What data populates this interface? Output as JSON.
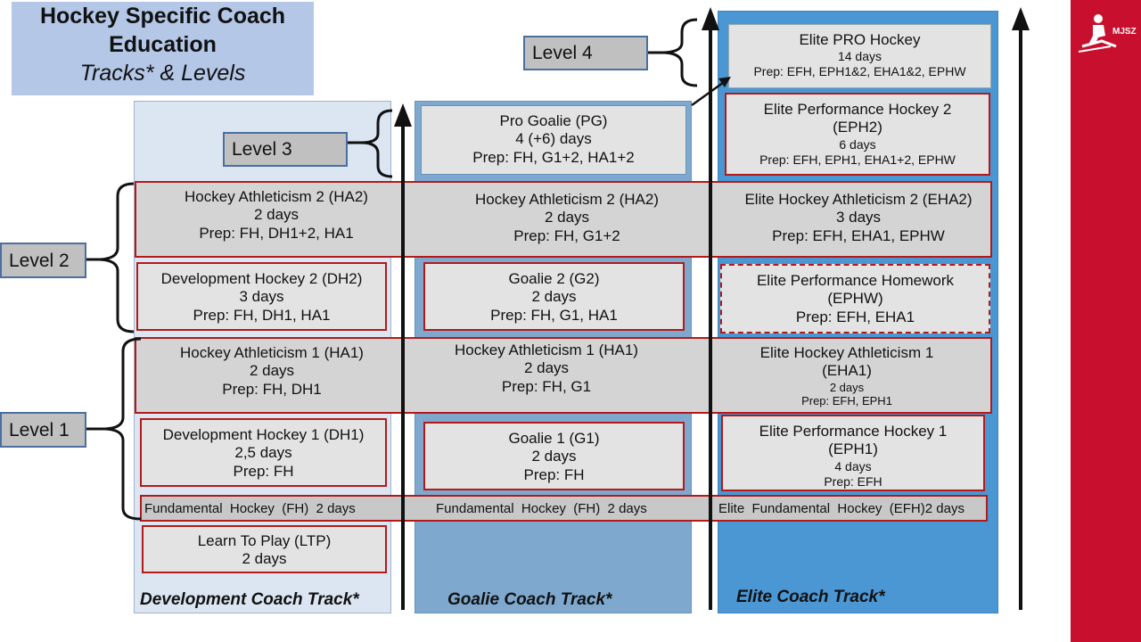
{
  "title": {
    "line1": "Hockey Specific Coach",
    "line2": "Education",
    "line3": "Tracks* & Levels"
  },
  "tracks": {
    "development": "Development Coach Track*",
    "goalie": "Goalie Coach Track*",
    "elite": "Elite Coach Track*"
  },
  "levels": {
    "level1": "Level 1",
    "level2": "Level 2",
    "level3": "Level 3",
    "level4": "Level 4"
  },
  "logo": {
    "text": "MJSZ"
  },
  "elite_pro": {
    "title": "Elite PRO Hockey",
    "days": "14 days",
    "prep": "Prep: EFH, EPH1&2, EHA1&2, EPHW"
  },
  "eph2": {
    "title1": "Elite Performance Hockey 2",
    "title2": "(EPH2)",
    "days": "6 days",
    "prep": "Prep: EFH, EPH1, EHA1+2, EPHW"
  },
  "pro_goalie": {
    "title": "Pro Goalie (PG)",
    "days": "4 (+6) days",
    "prep": "Prep: FH, G1+2, HA1+2"
  },
  "ha2_dev": {
    "title": "Hockey Athleticism 2 (HA2)",
    "days": "2 days",
    "prep": "Prep: FH, DH1+2, HA1"
  },
  "ha2_goalie": {
    "title": "Hockey Athleticism 2 (HA2)",
    "days": "2 days",
    "prep": "Prep: FH, G1+2"
  },
  "eha2": {
    "title": "Elite Hockey Athleticism 2 (EHA2)",
    "days": "3 days",
    "prep": "Prep: EFH, EHA1, EPHW"
  },
  "dh2": {
    "title": "Development Hockey 2 (DH2)",
    "days": "3 days",
    "prep": "Prep: FH, DH1, HA1"
  },
  "g2": {
    "title": "Goalie 2 (G2)",
    "days": "2 days",
    "prep": "Prep: FH, G1, HA1"
  },
  "ephw": {
    "title1": "Elite Performance Homework",
    "title2": "(EPHW)",
    "prep": "Prep: EFH, EHA1"
  },
  "ha1_dev": {
    "title": "Hockey Athleticism 1 (HA1)",
    "days": "2 days",
    "prep": "Prep: FH, DH1"
  },
  "ha1_goalie": {
    "title": "Hockey Athleticism 1 (HA1)",
    "days": "2 days",
    "prep": "Prep: FH, G1"
  },
  "eha1": {
    "title1": "Elite Hockey Athleticism 1",
    "title2": "(EHA1)",
    "days": "2 days",
    "prep": "Prep: EFH, EPH1"
  },
  "dh1": {
    "title": "Development Hockey 1 (DH1)",
    "days": "2,5 days",
    "prep": "Prep: FH"
  },
  "g1": {
    "title": "Goalie 1 (G1)",
    "days": "2 days",
    "prep": "Prep: FH"
  },
  "eph1": {
    "title1": "Elite Performance Hockey 1",
    "title2": "(EPH1)",
    "days": "4 days",
    "prep": "Prep: EFH"
  },
  "fh": {
    "dev": "Fundamental  Hockey  (FH)  2 days",
    "goalie": "Fundamental  Hockey  (FH)  2 days",
    "elite": "Elite  Fundamental  Hockey  (EFH)2 days"
  },
  "ltp": {
    "title": "Learn To Play (LTP)",
    "days": "2 days"
  }
}
